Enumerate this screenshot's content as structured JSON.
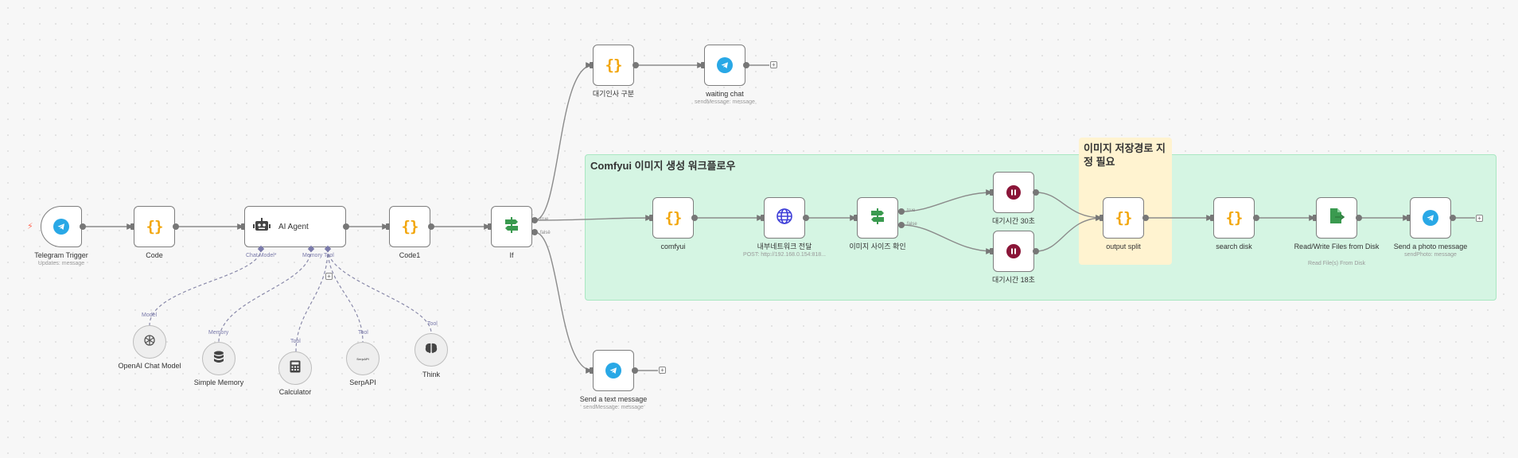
{
  "colors": {
    "canvas": "#f7f7f7",
    "group_fill": "#d5f5e3",
    "group_border": "#a9e7c2",
    "note_fill": "#fff3d0",
    "telegram": "#29a8e6",
    "code": "#f2a60c",
    "if_green": "#3a9a4f",
    "wait": "#8a1538",
    "http_blue": "#3f3fd8",
    "ai_port": "#7a7aaa"
  },
  "stickies": {
    "group_title": "Comfyui 이미지 생성 워크플로우",
    "note_title": "이미지 저장경로 지 정 필요"
  },
  "nodes": {
    "telegram_trigger": {
      "label": "Telegram Trigger",
      "sublabel": "Updates: message",
      "icon": "telegram-icon"
    },
    "code": {
      "label": "Code",
      "icon": "braces-icon"
    },
    "ai_agent": {
      "label": "AI Agent",
      "icon": "robot-icon",
      "ports": {
        "chat_model": "Chat Model*",
        "memory": "Memory",
        "tool": "Tool"
      }
    },
    "code1": {
      "label": "Code1",
      "icon": "braces-icon"
    },
    "if": {
      "label": "If",
      "icon": "signpost-icon",
      "branch_true": "true",
      "branch_false": "false"
    },
    "greeting_split": {
      "label": "대기인사 구분",
      "icon": "braces-icon"
    },
    "waiting_chat": {
      "label": "waiting chat",
      "sublabel": "sendMessage: message",
      "icon": "telegram-icon"
    },
    "send_text": {
      "label": "Send a text message",
      "sublabel": "sendMessage: message",
      "icon": "telegram-icon"
    },
    "comfyui": {
      "label": "comfyui",
      "icon": "braces-icon"
    },
    "internal_network": {
      "label": "내부네트워크 전달",
      "sublabel": "POST: http://192.168.0.154:818...",
      "icon": "globe-icon"
    },
    "image_size_check": {
      "label": "이미지 사이즈 확인",
      "icon": "signpost-icon",
      "branch_true": "true",
      "branch_false": "false"
    },
    "wait_30": {
      "label": "대기시간 30초",
      "icon": "pause-icon"
    },
    "wait_18": {
      "label": "대기시간 18초",
      "icon": "pause-icon"
    },
    "output_split": {
      "label": "output split",
      "icon": "braces-icon"
    },
    "search_disk": {
      "label": "search disk",
      "icon": "braces-icon"
    },
    "read_write_files": {
      "label": "Read/Write Files from Disk",
      "sublabel": "Read File(s) From Disk",
      "icon": "file-icon"
    },
    "send_photo": {
      "label": "Send a photo message",
      "sublabel": "sendPhoto: message",
      "icon": "telegram-icon"
    }
  },
  "subnodes": {
    "openai_model": {
      "label": "OpenAI Chat Model",
      "port": "Model",
      "icon": "openai-icon"
    },
    "simple_memory": {
      "label": "Simple Memory",
      "port": "Memory",
      "icon": "database-icon"
    },
    "calculator": {
      "label": "Calculator",
      "port": "Tool",
      "icon": "calculator-icon"
    },
    "serpapi": {
      "label": "SerpAPI",
      "port": "Tool",
      "icon": "serpapi-icon",
      "logo_text": "SerpAPI"
    },
    "think": {
      "label": "Think",
      "port": "Tool",
      "icon": "brain-icon"
    }
  },
  "actions": {
    "add": "+"
  }
}
